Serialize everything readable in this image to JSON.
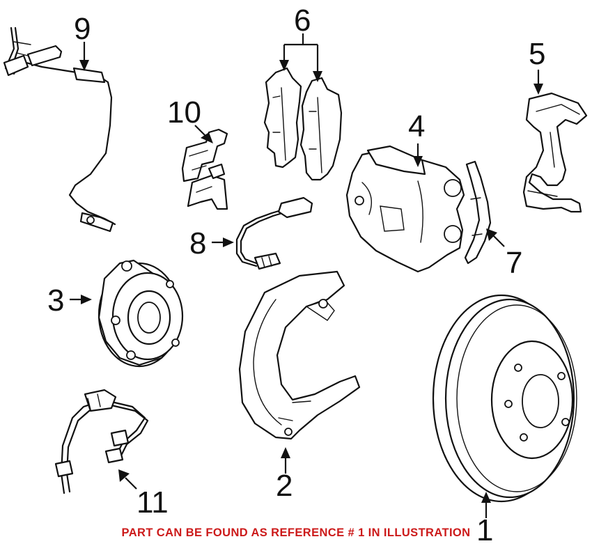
{
  "callouts": {
    "c1": "1",
    "c2": "2",
    "c3": "3",
    "c4": "4",
    "c5": "5",
    "c6": "6",
    "c7": "7",
    "c8": "8",
    "c9": "9",
    "c10": "10",
    "c11": "11"
  },
  "footer": {
    "note": "PART CAN BE FOUND AS REFERENCE # 1 IN ILLUSTRATION"
  },
  "colors": {
    "note": "#cc1a1a",
    "line": "#111111"
  }
}
